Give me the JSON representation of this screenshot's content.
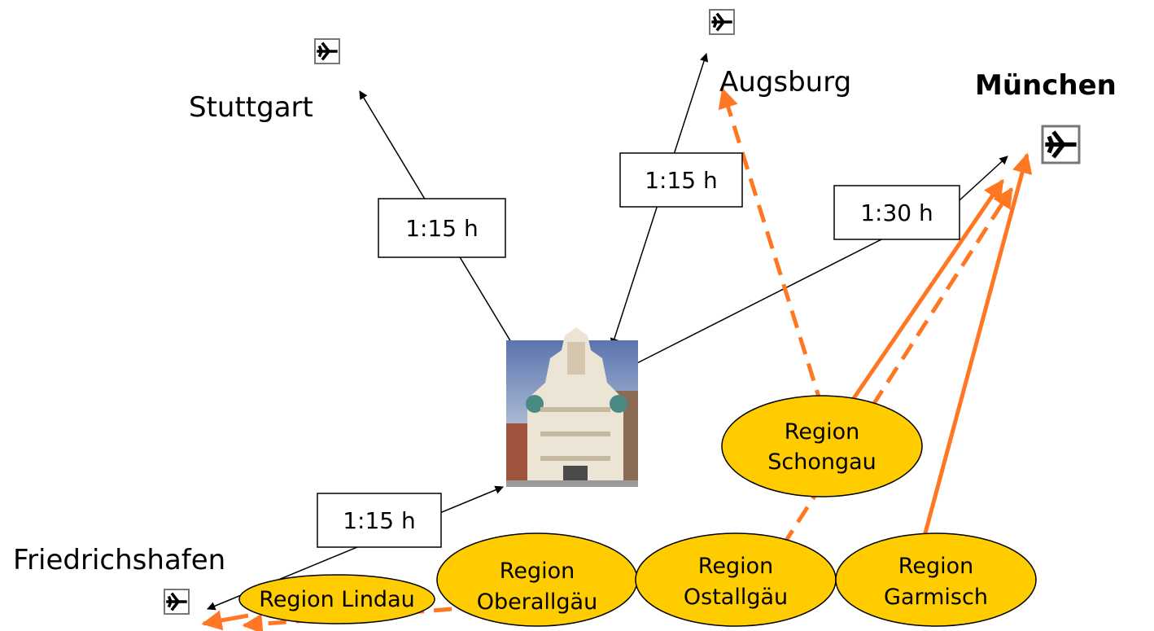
{
  "cities": {
    "stuttgart": "Stuttgart",
    "augsburg": "Augsburg",
    "muenchen": "München",
    "friedrichshafen": "Friedrichshafen"
  },
  "durations": {
    "stuttgart": "1:15 h",
    "augsburg": "1:15 h",
    "muenchen": "1:30 h",
    "friedrichshafen": "1:15 h"
  },
  "regions": {
    "schongau": [
      "Region",
      "Schongau"
    ],
    "lindau": [
      "Region Lindau"
    ],
    "oberallgaeu": [
      "Region",
      "Oberallgäu"
    ],
    "ostallgaeu": [
      "Region",
      "Ostallgäu"
    ],
    "garmisch": [
      "Region",
      "Garmisch"
    ]
  },
  "icons": {
    "airport": "airplane-icon",
    "center": "town-hall-photo"
  },
  "colors": {
    "region_fill": "#ffcc00",
    "route": "#ff7722",
    "connection": "#000000"
  }
}
